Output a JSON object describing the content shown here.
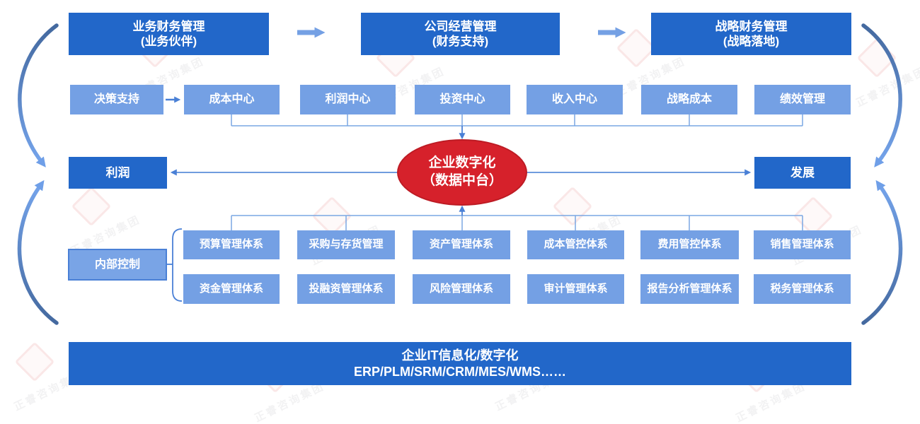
{
  "diagram": {
    "title_implicit": "",
    "top_flow": [
      {
        "line1": "业务财务管理",
        "line2": "(业务伙伴)"
      },
      {
        "line1": "公司经营管理",
        "line2": "(财务支持)"
      },
      {
        "line1": "战略财务管理",
        "line2": "(战略落地)"
      }
    ],
    "decision_support": "决策支持",
    "centers": [
      "成本中心",
      "利润中心",
      "投资中心",
      "收入中心",
      "战略成本",
      "绩效管理"
    ],
    "hub": {
      "line1": "企业数字化",
      "line2": "（数据中台）"
    },
    "left_outcome": "利润",
    "right_outcome": "发展",
    "internal_control": "内部控制",
    "systems_row1": [
      "预算管理体系",
      "采购与存货管理",
      "资产管理体系",
      "成本管控体系",
      "费用管控体系",
      "销售管理体系"
    ],
    "systems_row2": [
      "资金管理体系",
      "投融资管理体系",
      "风险管理体系",
      "审计管理体系",
      "报告分析管理体系",
      "税务管理体系"
    ],
    "footer": {
      "line1": "企业IT信息化/数字化",
      "line2": "ERP/PLM/SRM/CRM/MES/WMS……"
    },
    "colors": {
      "dark_blue": "#2267c9",
      "light_blue": "#74a0e4",
      "hub_red": "#d6212b",
      "connector_blue": "#4a80d6",
      "curve_blue": "#6f9fe8"
    }
  },
  "watermark": {
    "text": "正睿咨询集团"
  }
}
